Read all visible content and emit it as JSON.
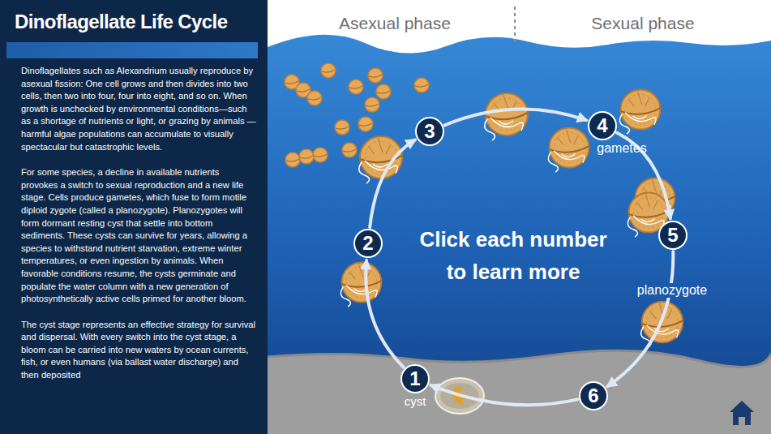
{
  "diagram": {
    "title": "Dinoflagellate Life Cycle",
    "nodes": [
      {
        "text": [
          "Dinoflagellates such as Alexandrium usually reproduce by asexual fission: One cell grows and then divides into two cells, then two into four, four into eight, and so on. When growth is unchecked by environmental conditions—such as a shortage of nutrients or light, or grazing by animals — harmful algae populations can accumulate to visually spectacular but catastrophic levels.",
          "For some species, a decline in available nutrients provokes a switch to sexual reproduction and a new life stage. Cells produce gametes, which fuse to form motile diploid zygote (called a planozygote). Planozygotes will form dormant resting cyst that settle into bottom sediments. These cysts can survive for years, allowing a species to withstand nutrient starvation, extreme winter temperatures, or even ingestion by animals. When favorable conditions resume, the cysts germinate and populate the water column with a new generation of photosynthetically active cells primed for another bloom.",
          "The cyst stage represents an effective strategy for survival and dispersal. With every switch into the cyst stage, a bloom can be carried into new waters by ocean currents, fish, or even humans (via ballast water discharge) and then deposited"
        ]
      },
      {
        "text": [
          "1"
        ]
      },
      {
        "text": [
          "2"
        ]
      },
      {
        "text": [
          "3"
        ]
      },
      {
        "text": [
          "4"
        ]
      },
      {
        "text": [
          "5"
        ]
      },
      {
        "text": [
          "6"
        ]
      }
    ],
    "edges": [
      {
        "from": 1,
        "to": 2,
        "arrow": "to"
      },
      {
        "from": 2,
        "to": 3,
        "arrow": "to"
      },
      {
        "from": 3,
        "to": 4,
        "arrow": "to"
      },
      {
        "from": 4,
        "to": 5,
        "arrow": "to"
      },
      {
        "from": 5,
        "to": 6,
        "arrow": "to"
      },
      {
        "from": 6,
        "to": 1,
        "arrow": "to"
      }
    ],
    "labels": [
      "Asexual phase",
      "Sexual phase",
      "Click each number to learn more",
      "cyst",
      "gametes",
      "planozygote"
    ]
  }
}
